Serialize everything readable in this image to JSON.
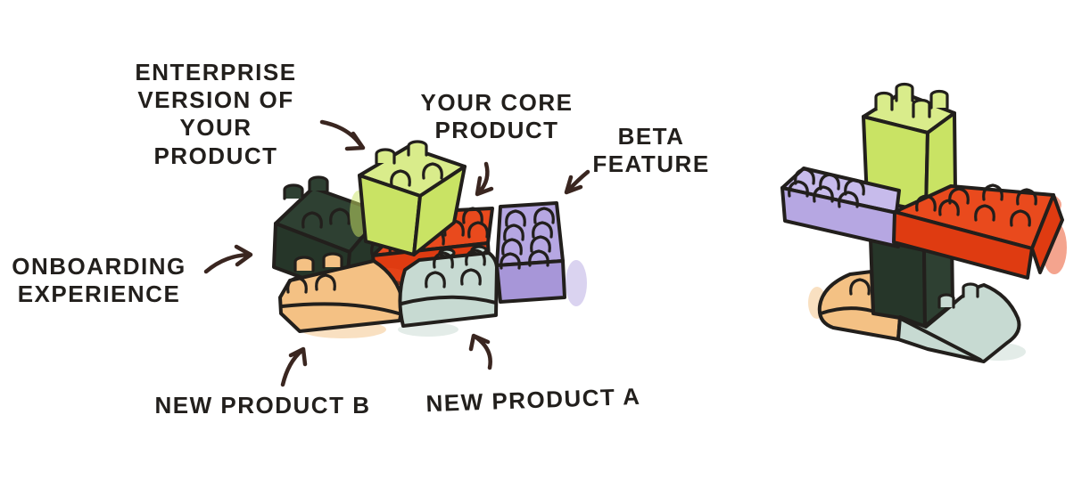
{
  "colors": {
    "background": "#ffffff",
    "ink": "#221f1c",
    "arrow_ink": "#3a2620",
    "lime": "#c9e364",
    "lime_light": "#d9ec8b",
    "red": "#e94a1d",
    "red_dark": "#df3b11",
    "dark_green": "#2e4032",
    "dark_green_dark": "#263629",
    "purple": "#b6a7e2",
    "purple_light": "#c7bbeb",
    "purple_dark": "#a796d8",
    "tan": "#f4c184",
    "blue": "#c7dad2"
  },
  "labels": {
    "enterprise": "ENTERPRISE\nVERSION OF\nYOUR PRODUCT",
    "core": "YOUR CORE\nPRODUCT",
    "beta": "BETA\nFEATURE",
    "onboarding": "ONBOARDING\nEXPERIENCE",
    "product_b": "NEW PRODUCT B",
    "product_a": "NEW PRODUCT A"
  },
  "legend": [
    {
      "label": "ENTERPRISE VERSION OF YOUR PRODUCT",
      "brick_color": "lime"
    },
    {
      "label": "YOUR CORE PRODUCT",
      "brick_color": "red"
    },
    {
      "label": "BETA FEATURE",
      "brick_color": "purple"
    },
    {
      "label": "ONBOARDING EXPERIENCE",
      "brick_color": "dark_green"
    },
    {
      "label": "NEW PRODUCT B",
      "brick_color": "tan"
    },
    {
      "label": "NEW PRODUCT A",
      "brick_color": "blue"
    }
  ]
}
